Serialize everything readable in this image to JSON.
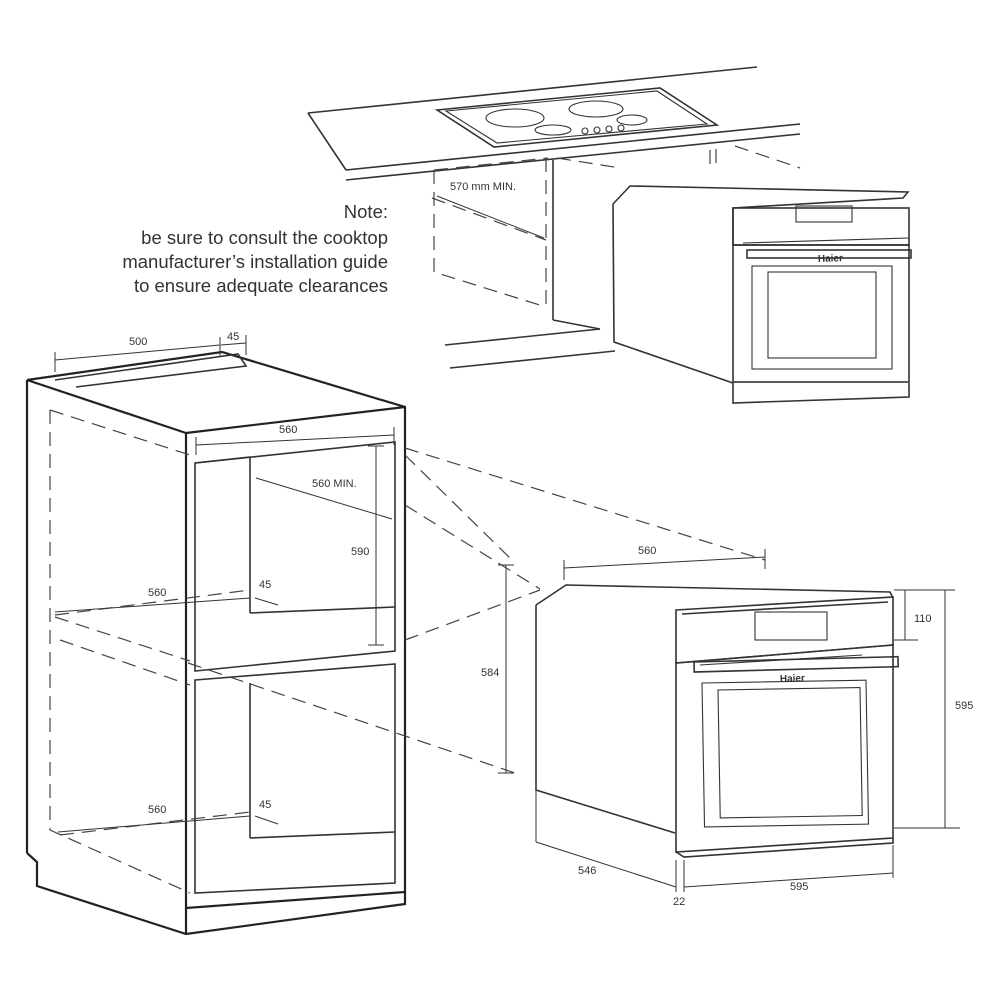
{
  "note": {
    "title": "Note:",
    "lines": [
      "be sure to consult the cooktop",
      "manufacturer’s installation guide",
      "to ensure adequate clearances"
    ]
  },
  "brand": "Haier",
  "dimensions": {
    "cooktop_clearance": "570 mm MIN.",
    "cabinet_depth": "500",
    "cabinet_gap": "45",
    "cabinet_width": "560",
    "cavity_depth": "560 MIN.",
    "cavity_height": "590",
    "shelf_depth": "560",
    "shelf_gap": "45",
    "lower_depth": "560",
    "lower_gap": "45",
    "oven_body_height": "584",
    "oven_body_width": "560",
    "control_panel_height": "110",
    "oven_front_height": "595",
    "oven_depth": "546",
    "door_thickness": "22",
    "oven_front_width": "595"
  }
}
